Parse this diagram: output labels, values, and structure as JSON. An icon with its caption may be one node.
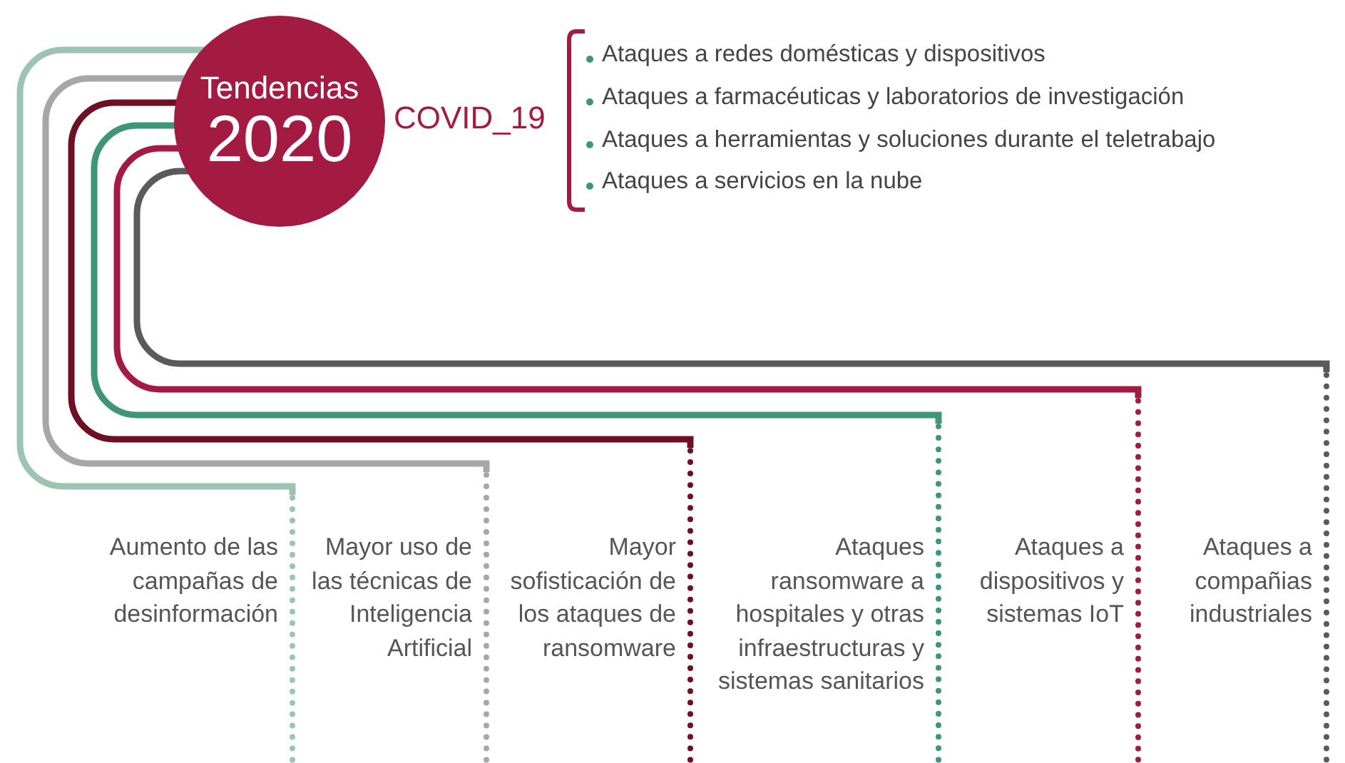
{
  "diagram": {
    "nodes": [
      {
        "text": [
          "Tendencias",
          "2020"
        ],
        "beside": [
          "COVID_19"
        ]
      },
      {
        "text": [
          "Aumento de las campañas de desinformación"
        ]
      },
      {
        "text": [
          "Mayor uso de las técnicas de Inteligencia Artificial"
        ]
      },
      {
        "text": [
          "Mayor sofisticación de los ataques de ransomware"
        ]
      },
      {
        "text": [
          "Ataques ransomware a hospitales y otras infraestructuras y sistemas sanitarios"
        ]
      },
      {
        "text": [
          "Ataques a dispositivos y sistemas IoT"
        ]
      },
      {
        "text": [
          "Ataques a compañias industriales"
        ]
      }
    ],
    "edges": [
      {
        "from": 0,
        "to": 1,
        "arrow": "none",
        "color": "#9dc4b0"
      },
      {
        "from": 0,
        "to": 2,
        "arrow": "none",
        "color": "#a7a7ab"
      },
      {
        "from": 0,
        "to": 3,
        "arrow": "none",
        "color": "#6e0f24"
      },
      {
        "from": 0,
        "to": 4,
        "arrow": "none",
        "color": "#3f9578"
      },
      {
        "from": 0,
        "to": 5,
        "arrow": "none",
        "color": "#a31a42"
      },
      {
        "from": 0,
        "to": 6,
        "arrow": "none",
        "color": "#5a5a5c"
      }
    ],
    "labels": [
      "Ataques a redes domésticas y dispositivos",
      "Ataques a farmacéuticas y laboratorios de investigación",
      "Ataques a herramientas y soluciones durante el teletrabajo",
      "Ataques a servicios en la nube"
    ]
  }
}
